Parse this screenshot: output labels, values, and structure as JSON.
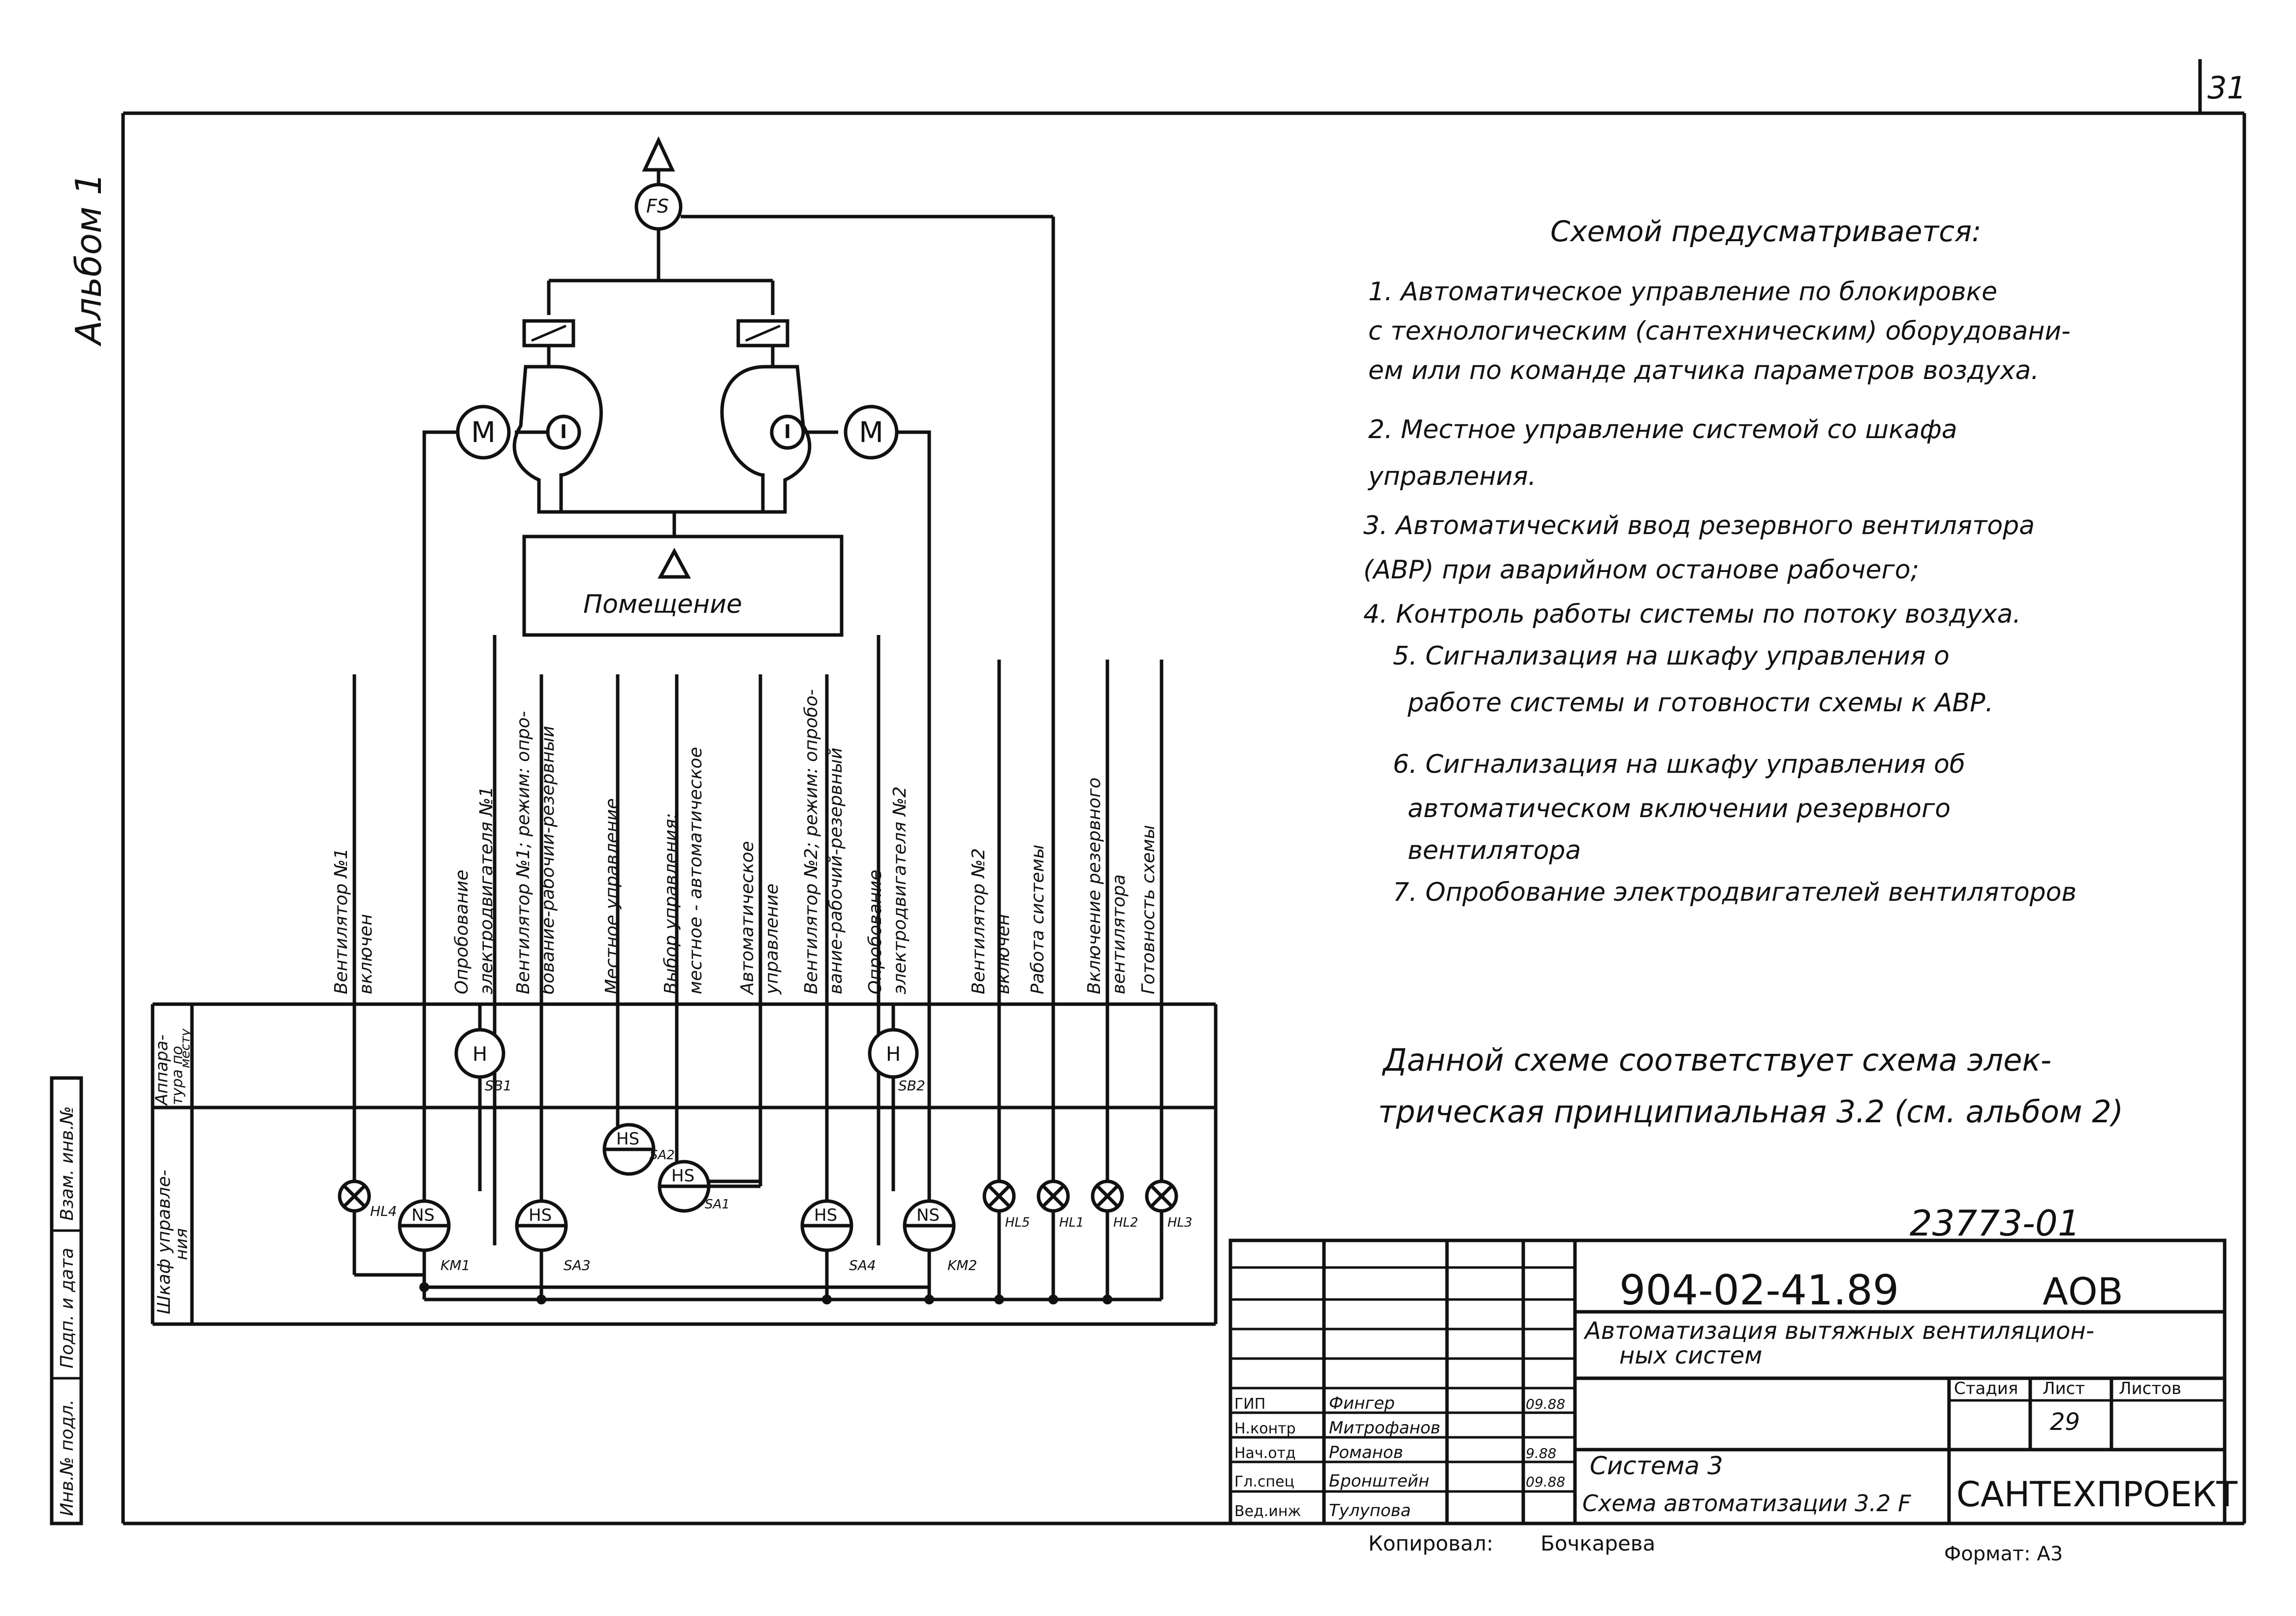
{
  "page_number": "31",
  "album_label": "Альбом 1",
  "side_stamp": {
    "labels": [
      "Инв.№ подл.",
      "Подп. и дата",
      "Взам. инв.№"
    ]
  },
  "diagram": {
    "breaker": "FS",
    "motors": [
      "M",
      "M"
    ],
    "room": "Помещение",
    "columns": [
      {
        "id": "c1",
        "lines": [
          "Вентилятор №1",
          "включен"
        ]
      },
      {
        "id": "c2",
        "lines": [
          "Опробование",
          "электродвигателя №1"
        ]
      },
      {
        "id": "c3",
        "lines": [
          "Вентилятор №1; режим: опро-",
          "бование-рабочий-резервный"
        ]
      },
      {
        "id": "c4",
        "lines": [
          "Местное управление"
        ]
      },
      {
        "id": "c5",
        "lines": [
          "Выбор управления:",
          "местное - автоматическое"
        ]
      },
      {
        "id": "c6",
        "lines": [
          "Автоматическое",
          "управление"
        ]
      },
      {
        "id": "c7",
        "lines": [
          "Вентилятор №2; режим: опробо-",
          "вание-рабочий-резервный"
        ]
      },
      {
        "id": "c8",
        "lines": [
          "Опробование",
          "электродвигателя №2"
        ]
      },
      {
        "id": "c9",
        "lines": [
          "Вентилятор №2",
          "включен"
        ]
      },
      {
        "id": "c10",
        "lines": [
          "Работа системы"
        ]
      },
      {
        "id": "c11",
        "lines": [
          "Включение резервного",
          "вентилятора"
        ]
      },
      {
        "id": "c12",
        "lines": [
          "Готовность схемы"
        ]
      }
    ],
    "row_labels": {
      "local": [
        "Аппара-",
        "тура по",
        "месту"
      ],
      "cabinet": [
        "Шкаф управле-",
        "ния"
      ]
    },
    "devices": {
      "local_h1": "H",
      "sb1": "SB1",
      "local_h2": "H",
      "sb2": "SB2",
      "hs_sa2": "HS",
      "sa2": "SA2",
      "hs_sa1": "HS",
      "sa1": "SA1",
      "ns_km1": "NS",
      "km1": "KM1",
      "hs_sa3": "HS",
      "sa3": "SA3",
      "hs_sa4": "HS",
      "sa4": "SA4",
      "ns_km2": "NS",
      "km2": "KM2",
      "hl4": "HL4",
      "hl5": "HL5",
      "hl1": "HL1",
      "hl2": "HL2",
      "hl3": "HL3"
    }
  },
  "notes": {
    "heading": "Схемой предусматривается:",
    "lines": [
      "1. Автоматическое управление по блокировке",
      "с технологическим (сантехническим) оборудовани-",
      "ем или по команде датчика параметров воздуха.",
      "2. Местное управление системой со шкафа",
      "управления.",
      "3. Автоматический ввод резервного вентилятора",
      "(АВР) при аварийном останове рабочего;",
      "4. Контроль работы системы по потоку воздуха.",
      "5. Сигнализация на шкафу управления о",
      "работе системы и готовности схемы к АВР.",
      "6. Сигнализация на шкафу управления об",
      "автоматическом включении резервного",
      "вентилятора",
      "7. Опробование электродвигателей вентиляторов"
    ],
    "reference": [
      "Данной схеме соответствует схема элек-",
      "трическая принципиальная 3.2 (см. альбом 2)"
    ]
  },
  "title_block": {
    "archive_no": "23773-01",
    "doc_code": "904-02-41.89",
    "album": "АОВ",
    "title": [
      "Автоматизация вытяжных вентиляцион-",
      "ных систем"
    ],
    "stage_header": "Стадия",
    "sheet_header": "Лист",
    "sheets_header": "Листов",
    "sheet": "29",
    "system": "Система 3",
    "drawing": "Схема автоматизации 3.2 F",
    "org": "САНТЕХПРОЕКТ",
    "people": [
      {
        "role": "ГИП",
        "name": "Фингер",
        "date": "09.88"
      },
      {
        "role": "Н.контр",
        "name": "Митрофанов",
        "date": ""
      },
      {
        "role": "Нач.отд",
        "name": "Романов",
        "date": "9.88"
      },
      {
        "role": "Гл.спец",
        "name": "Бронштейн",
        "date": "09.88"
      },
      {
        "role": "Вед.инж",
        "name": "Тулупова",
        "date": ""
      }
    ],
    "copied_label": "Копировал:",
    "copied_name": "Бочкарева",
    "format_label": "Формат: А3"
  }
}
